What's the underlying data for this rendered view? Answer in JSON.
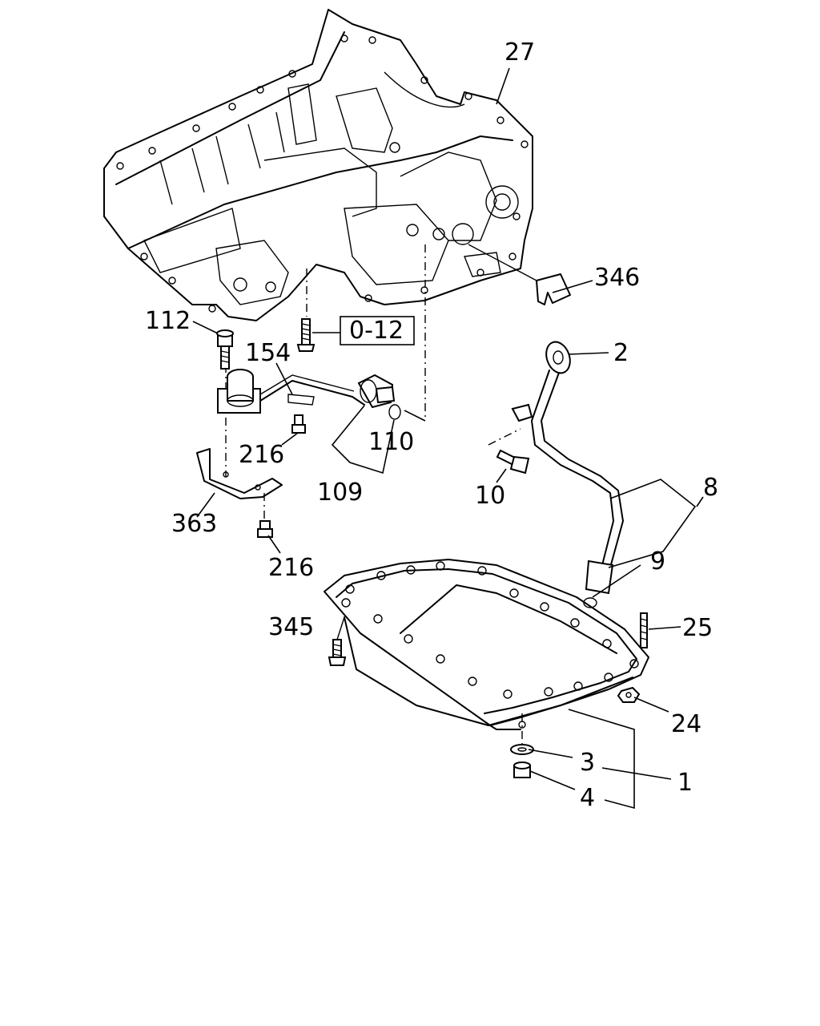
{
  "callouts": {
    "c27": "27",
    "c346": "346",
    "c112": "112",
    "c154": "154",
    "c0_12": "0-12",
    "c2": "2",
    "c216a": "216",
    "c110": "110",
    "c109": "109",
    "c10": "10",
    "c8": "8",
    "c363": "363",
    "c216b": "216",
    "c9": "9",
    "c345": "345",
    "c25": "25",
    "c24": "24",
    "c3": "3",
    "c1": "1",
    "c4": "4"
  }
}
